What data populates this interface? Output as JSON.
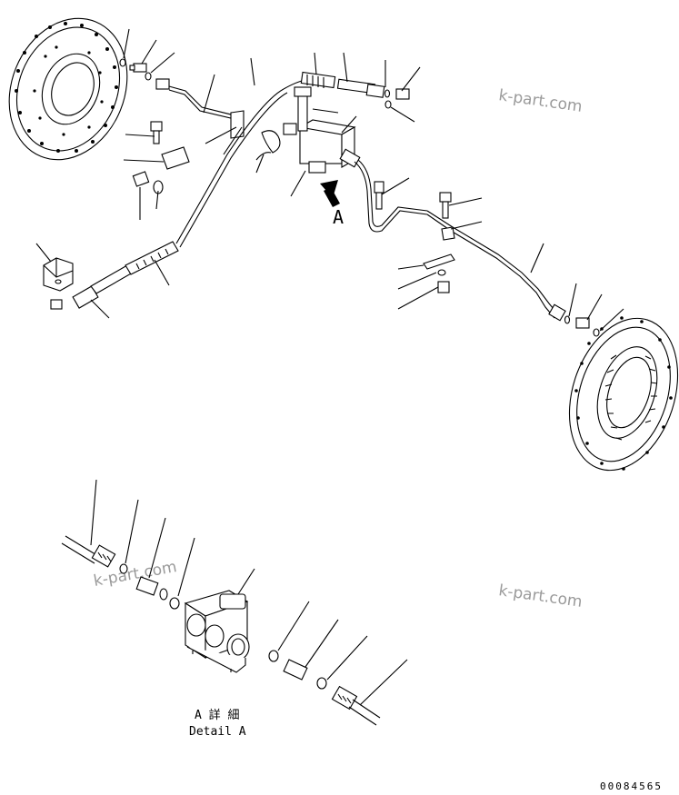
{
  "callout_label": "A",
  "detail_caption_jp": "A 詳 細",
  "detail_caption_en": "Detail A",
  "watermark": "k-part.com",
  "drawing_number": "00084565"
}
